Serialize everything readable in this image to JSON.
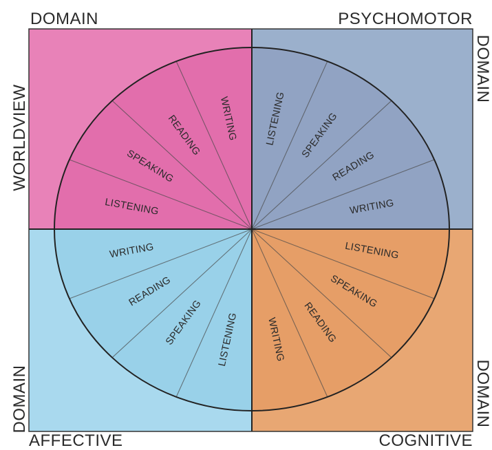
{
  "quadrants": [
    {
      "id": "tl",
      "color": "#e882b8",
      "wedge_color": "#dd5fa2",
      "corner_labels": [
        "DOMAIN",
        "WORLDVIEW"
      ]
    },
    {
      "id": "tr",
      "color": "#9bb0cc",
      "wedge_color": "#8899bb",
      "corner_labels": [
        "PSYCHOMOTOR",
        "DOMAIN"
      ]
    },
    {
      "id": "bl",
      "color": "#a9d9ee",
      "wedge_color": "#8ccbe6",
      "corner_labels": [
        "DOMAIN",
        "AFFECTIVE"
      ]
    },
    {
      "id": "br",
      "color": "#e8a773",
      "wedge_color": "#e3975c",
      "corner_labels": [
        "DOMAIN",
        "COGNITIVE"
      ]
    }
  ],
  "segments": {
    "tl": [
      "WRITING",
      "READING",
      "SPEAKING",
      "LISTENING"
    ],
    "tr": [
      "LISTENING",
      "SPEAKING",
      "READING",
      "WRITING"
    ],
    "bl": [
      "WRITING",
      "READING",
      "SPEAKING",
      "LISTENING"
    ],
    "br": [
      "LISTENING",
      "SPEAKING",
      "READING",
      "WRITING"
    ]
  }
}
